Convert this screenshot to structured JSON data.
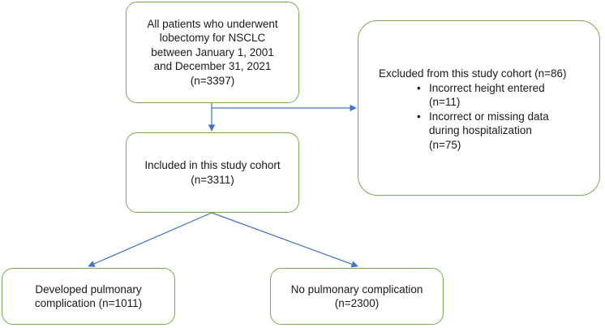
{
  "nodes": {
    "all_patients": {
      "lines": [
        "All patients who underwent",
        "lobectomy for NSCLC",
        "between January 1, 2001",
        "and December 31, 2021",
        "(n=3397)"
      ]
    },
    "excluded": {
      "title": "Excluded from this study cohort (n=86)",
      "items": [
        {
          "lines": [
            "Incorrect height entered",
            "(n=11)"
          ]
        },
        {
          "lines": [
            "Incorrect or missing data",
            "during hospitalization",
            "(n=75)"
          ]
        }
      ]
    },
    "included": {
      "lines": [
        "Included in this study cohort",
        "(n=3311)"
      ]
    },
    "complication": {
      "lines": [
        "Developed pulmonary",
        "complication (n=1011)"
      ]
    },
    "no_complication": {
      "lines": [
        "No pulmonary complication",
        "(n=2300)"
      ]
    }
  },
  "colors": {
    "box_border": "#78ad4e",
    "arrow": "#4472c4"
  }
}
